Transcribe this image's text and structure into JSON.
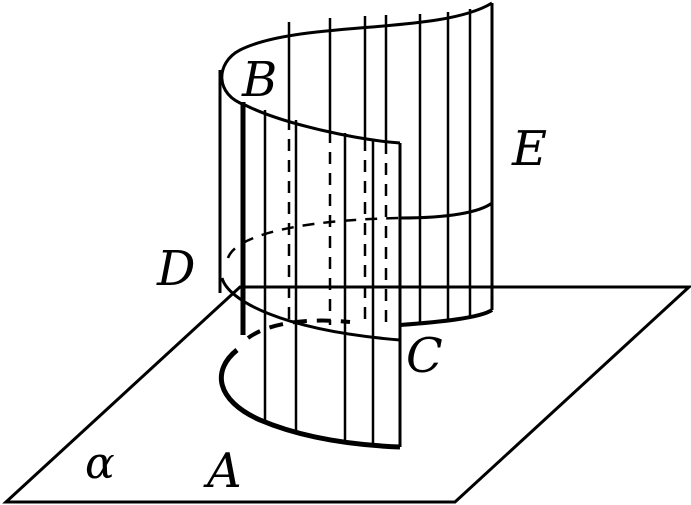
{
  "labels": {
    "B": "B",
    "E": "E",
    "D": "D",
    "C": "C",
    "A": "A",
    "plane": "α"
  },
  "colors": {
    "stroke": "#000000",
    "background": "#ffffff"
  }
}
